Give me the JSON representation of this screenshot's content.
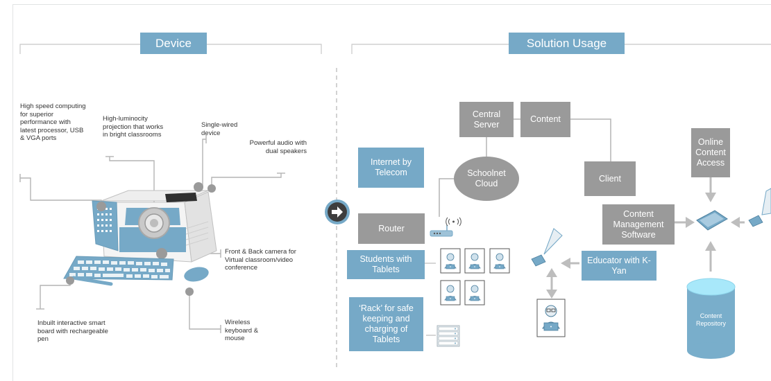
{
  "colors": {
    "accent": "#76a9c7",
    "gray_box": "#9a9a9a",
    "line": "#b4b4b4",
    "cylinder": "#79aecb",
    "cylinder_top": "#a8e8fa"
  },
  "device": {
    "header": "Device",
    "callouts": {
      "computing": "High speed computing for superior performance with latest processor, USB & VGA ports",
      "projection": "High-luminocity projection that works in bright classrooms",
      "single_wired": "Single-wired device",
      "audio": "Powerful audio with dual speakers",
      "camera": "Front & Back camera for Virtual classroom/video conference",
      "smartboard": "Inbuilt interactive smart board with rechargeable pen",
      "keyboard": "Wireless keyboard & mouse"
    }
  },
  "solution": {
    "header": "Solution Usage",
    "central_server": "Central Server",
    "content": "Content",
    "schoolnet_cloud": "Schoolnet Cloud",
    "client": "Client",
    "online_content_access": "Online Content Access",
    "internet_by_telecom": "Internet by Telecom",
    "router": "Router",
    "content_management_software": "Content Management Software",
    "students_with_tablets": "Students with Tablets",
    "educator_with_kyan": "Educator with K-Yan",
    "rack": "‘Rack’ for safe keeping and charging of Tablets",
    "content_repository": "Content Repository"
  },
  "icons": {
    "next": "arrow-right-icon",
    "wifi": "wifi-icon",
    "router": "router-icon",
    "rack": "server-rack-icon",
    "student": "student-icon",
    "tablet": "tablet-icon"
  }
}
